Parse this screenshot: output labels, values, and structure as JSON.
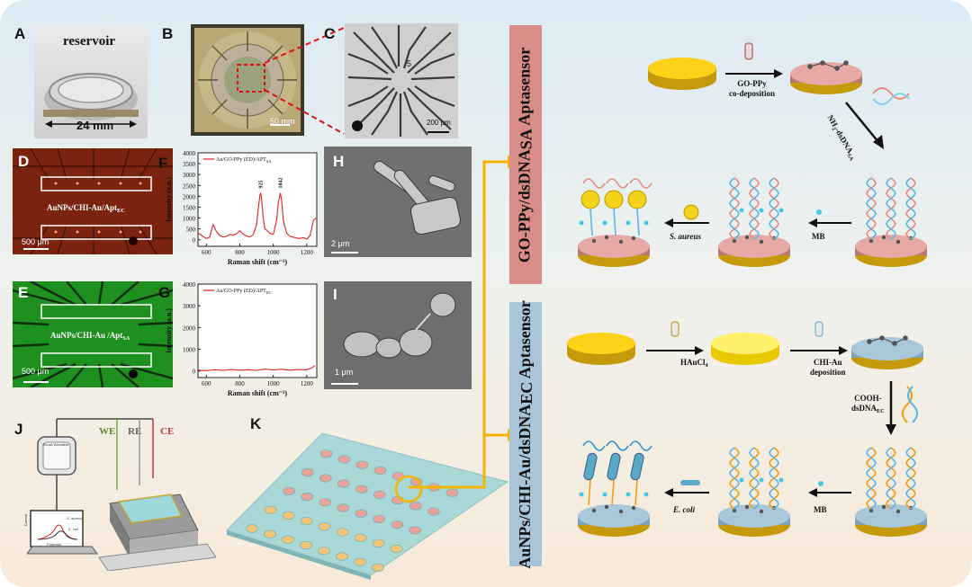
{
  "panels": {
    "A": {
      "letter": "A",
      "title": "reservoir",
      "dimension": "24 mm"
    },
    "B": {
      "letter": "B",
      "scale": "50 mm"
    },
    "C": {
      "letter": "C",
      "scale": "200 μm",
      "chip_mark": "5"
    },
    "D": {
      "letter": "D",
      "label": "AuNPs/CHI-Au/Apt",
      "label_sub": "EC",
      "scale": "500 μm"
    },
    "E": {
      "letter": "E",
      "label": "AuNPs/CHI-Au /Apt",
      "label_sub": "SA",
      "scale": "500 μm"
    },
    "F": {
      "letter": "F"
    },
    "G": {
      "letter": "G"
    },
    "H": {
      "letter": "H",
      "scale": "2 μm"
    },
    "I": {
      "letter": "I",
      "scale": "1 μm"
    },
    "J": {
      "letter": "J",
      "electrodes": [
        "WE",
        "RE",
        "CE"
      ],
      "device_text": "Sensit Wearable",
      "laptop_y": "Current",
      "laptop_x": "Potential",
      "laptop_curve_1": "S. aureus",
      "laptop_curve_2": "E. coli"
    },
    "K": {
      "letter": "K"
    }
  },
  "chart_data": [
    {
      "type": "line",
      "panel": "F",
      "legend": "Au/GO-PPy (ED)/APT",
      "legend_sub": "SA",
      "xlabel": "Raman shift (cm⁻¹)",
      "ylabel": "Intensity (a.u.)",
      "xlim": [
        550,
        1260
      ],
      "ylim": [
        -300,
        4000
      ],
      "xticks": [
        "600",
        "800",
        "1000",
        "1200"
      ],
      "yticks": [
        "0",
        "500",
        "1000",
        "1500",
        "2000",
        "2500",
        "3000",
        "3500",
        "4000"
      ],
      "peak_labels": [
        "925",
        "1042"
      ],
      "color": "#e02020",
      "series": [
        {
          "x": [
            550,
            580,
            600,
            620,
            640,
            660,
            680,
            700,
            720,
            740,
            760,
            780,
            800,
            820,
            840,
            860,
            880,
            900,
            910,
            920,
            925,
            930,
            940,
            950,
            960,
            980,
            1000,
            1020,
            1030,
            1042,
            1050,
            1060,
            1080,
            1100,
            1120,
            1140,
            1160,
            1180,
            1200,
            1220,
            1240,
            1255
          ],
          "y": [
            320,
            150,
            60,
            120,
            700,
            380,
            200,
            120,
            160,
            240,
            220,
            280,
            420,
            260,
            180,
            120,
            240,
            700,
            1400,
            2050,
            2150,
            1900,
            1000,
            500,
            450,
            300,
            250,
            900,
            1700,
            2150,
            1800,
            900,
            300,
            160,
            120,
            80,
            60,
            100,
            30,
            200,
            900,
            1000
          ]
        }
      ]
    },
    {
      "type": "line",
      "panel": "G",
      "legend": "Au/GO-PPy (ED)/APT",
      "legend_sub": "EC",
      "xlabel": "Raman shift (cm⁻¹)",
      "ylabel": "Intensity (a.u.)",
      "xlim": [
        550,
        1260
      ],
      "ylim": [
        -300,
        4000
      ],
      "xticks": [
        "600",
        "800",
        "1000",
        "1200"
      ],
      "yticks": [
        "0",
        "1000",
        "2000",
        "3000",
        "4000"
      ],
      "color": "#e02020",
      "series": [
        {
          "x": [
            550,
            600,
            650,
            700,
            750,
            800,
            850,
            900,
            950,
            1000,
            1050,
            1100,
            1150,
            1200,
            1230,
            1250
          ],
          "y": [
            40,
            20,
            60,
            30,
            70,
            40,
            60,
            30,
            90,
            50,
            80,
            40,
            70,
            60,
            140,
            260
          ]
        }
      ]
    }
  ],
  "sa_sensor": {
    "title": "GO-PPy/dsDNA",
    "title_sub": "SA",
    "title_suffix": " Aptasensor",
    "step1": "GO-PPy",
    "step1b": "co-deposition",
    "step2": "NH",
    "step2_sub1": "2",
    "step2_mid": "-dsDNA",
    "step2_sub2": "SA",
    "step3": "MB",
    "step4": "S. aureus",
    "band_color": "#d98c88",
    "disk_color": "#e6a9a6"
  },
  "ec_sensor": {
    "title": "AuNPs/CHI-Au/dsDNA",
    "title_sub": "EC",
    "title_suffix": " Aptasensor",
    "step1": "HAuCl",
    "step1_sub": "4",
    "step2": "CHI-Au",
    "step2b": "deposition",
    "step3a": "COOH-",
    "step3b": "dsDNA",
    "step3_sub": "EC",
    "step4": "MB",
    "step5": "E. coli",
    "band_color": "#9fbdd0",
    "disk_color": "#a9c7d9"
  }
}
